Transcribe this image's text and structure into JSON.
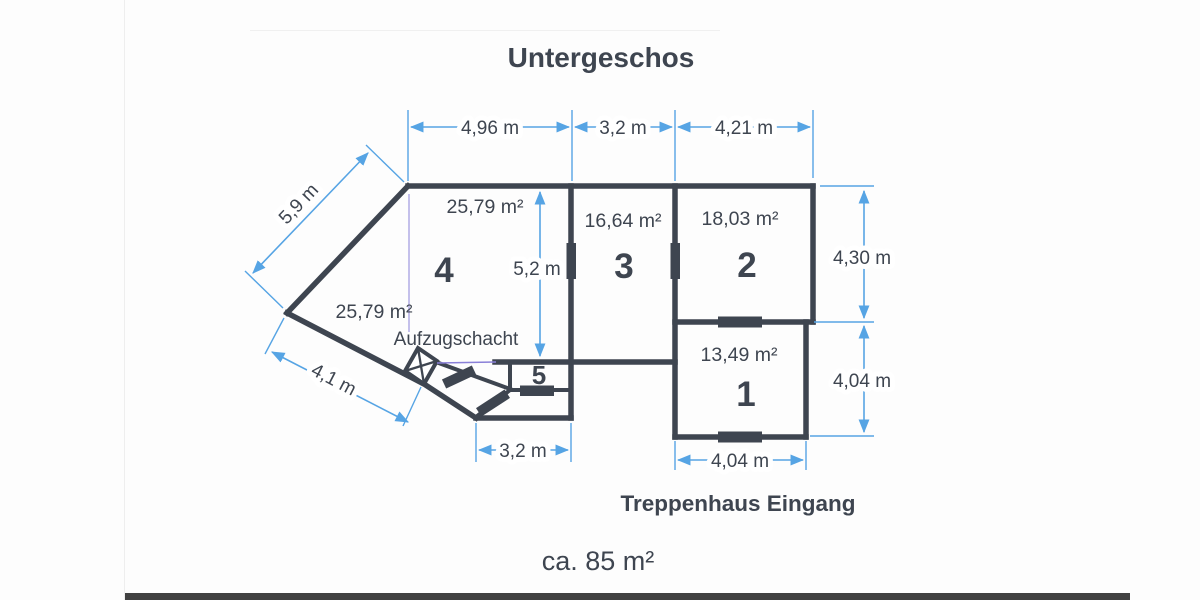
{
  "title": "Untergeschos",
  "rooms": [
    {
      "number": "4",
      "area": "25,79 m²"
    },
    {
      "number": "3",
      "area": "16,64 m²"
    },
    {
      "number": "2",
      "area": "18,03 m²"
    },
    {
      "number": "1",
      "area": "13,49 m²"
    },
    {
      "number": "5"
    }
  ],
  "dims": {
    "top": [
      "4,96 m",
      "3,2 m",
      "4,21 m"
    ],
    "right": [
      "4,30 m",
      "4,04 m"
    ],
    "room1_width": "4,04 m",
    "vestibule_width": "3,2 m",
    "room_height": "5,2 m",
    "diag_upper": "5,9 m",
    "diag_lower": "4,1 m"
  },
  "annotations": {
    "elevator": "Aufzugschacht",
    "secondary_area": "25,79 m²",
    "stairs": "Treppenhaus Eingang",
    "total_area": "ca. 85 m²"
  },
  "colors": {
    "wall": "#3e4550",
    "dimension_blue": "#56a4e4",
    "accent_purple": "#8a80d8",
    "text": "#3e4550",
    "background": "#fdfdfd"
  }
}
